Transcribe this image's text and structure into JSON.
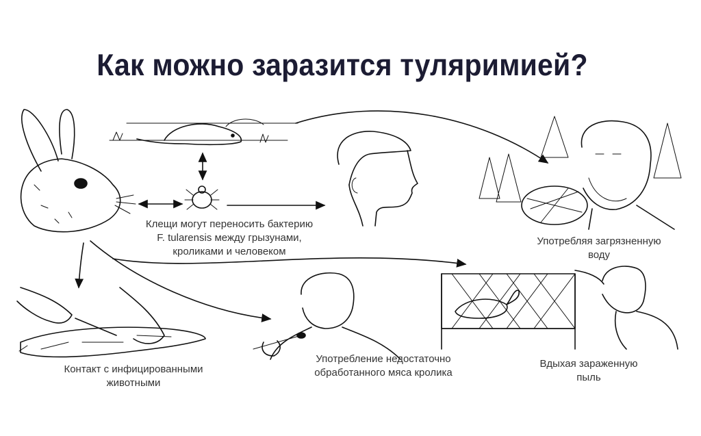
{
  "title": "Как можно заразится туляримией?",
  "captions": {
    "ticks": [
      "Клещи могут переносить бактерию",
      "F. tularensis между грызунами,",
      "кроликами и человеком"
    ],
    "water": [
      "Употребляя загрязненную",
      "воду"
    ],
    "contact": [
      "Контакт с инфицированными",
      "животными"
    ],
    "meat": [
      "Употребление недостаточно",
      "обработанного мяса кролика"
    ],
    "dust": [
      "Вдыхая зараженную",
      "пыль"
    ]
  }
}
